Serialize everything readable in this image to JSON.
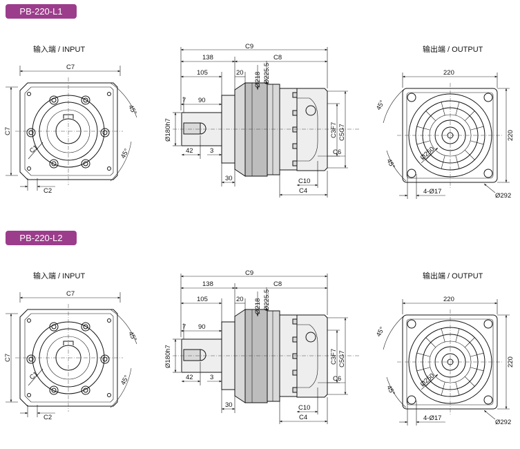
{
  "sections": [
    {
      "model": "PB-220-L1",
      "input_title": "输入端 / INPUT",
      "output_title": "输出端 / OUTPUT",
      "input_view": {
        "c7_top": "C7",
        "c7_side": "C7",
        "c1": "C1",
        "c2": "C2",
        "angle_a": "45°",
        "angle_b": "45°"
      },
      "side_view": {
        "c9": "C9",
        "c8": "C8",
        "d138": "138",
        "d105": "105",
        "d20": "20",
        "d218": "Ø218",
        "d225": "Ø225.5",
        "d7": "7",
        "d90": "90",
        "d180": "Ø180h7",
        "d42": "42",
        "d3": "3",
        "d30": "30",
        "c3": "C3F7",
        "c5": "C5G7",
        "c6": "C6",
        "c10": "C10",
        "c4": "C4"
      },
      "output_view": {
        "d220_top": "220",
        "d220_side": "220",
        "angle_a": "45°",
        "angle_b": "45°",
        "d250": "Ø250",
        "holes": "4-Ø17",
        "d292": "Ø292"
      }
    },
    {
      "model": "PB-220-L2",
      "input_title": "输入端 / INPUT",
      "output_title": "输出端 / OUTPUT",
      "input_view": {
        "c7_top": "C7",
        "c7_side": "C7",
        "c1": "C1",
        "c2": "C2",
        "angle_a": "45°",
        "angle_b": "45°"
      },
      "side_view": {
        "c9": "C9",
        "c8": "C8",
        "d138": "138",
        "d105": "105",
        "d20": "20",
        "d218": "Ø218",
        "d225": "Ø225.5",
        "d7": "7",
        "d90": "90",
        "d180": "Ø180h7",
        "d42": "42",
        "d3": "3",
        "d30": "30",
        "c3": "C3F7",
        "c5": "C5G7",
        "c6": "C6",
        "c10": "C10",
        "c4": "C4"
      },
      "output_view": {
        "d220_top": "220",
        "d220_side": "220",
        "angle_a": "45°",
        "angle_b": "45°",
        "d250": "Ø250",
        "holes": "4-Ø17",
        "d292": "Ø292"
      }
    }
  ]
}
